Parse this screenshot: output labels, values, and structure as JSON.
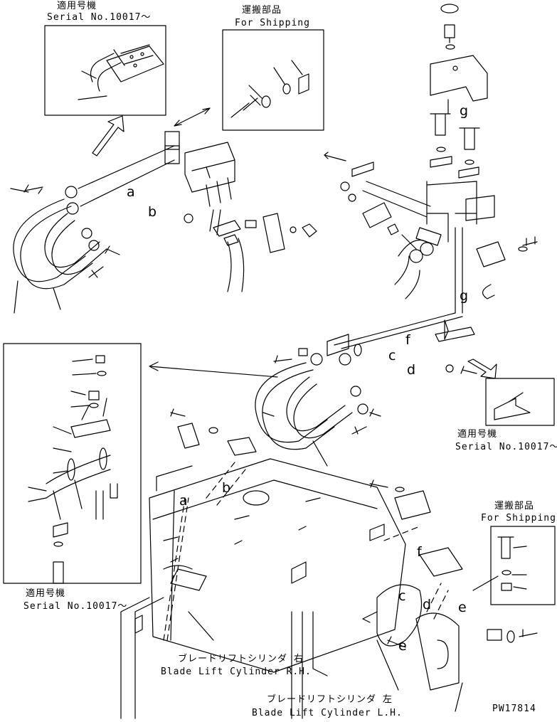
{
  "diagram": {
    "drawing_number": "PW17814",
    "serial_note_ja": "適用号機",
    "serial_note_en": "Serial No.10017～",
    "shipping_note_ja": "運搬部品",
    "shipping_note_en": "For Shipping",
    "blade_right_ja": "ブレードリフトシリンダ 右",
    "blade_right_en": "Blade Lift Cylinder R.H.",
    "blade_left_ja": "ブレードリフトシリンダ 左",
    "blade_left_en": "Blade Lift Cylinder L.H.",
    "reference_letters": {
      "a": "a",
      "b": "b",
      "c": "c",
      "d": "d",
      "e": "e",
      "f": "f",
      "g": "g"
    }
  }
}
